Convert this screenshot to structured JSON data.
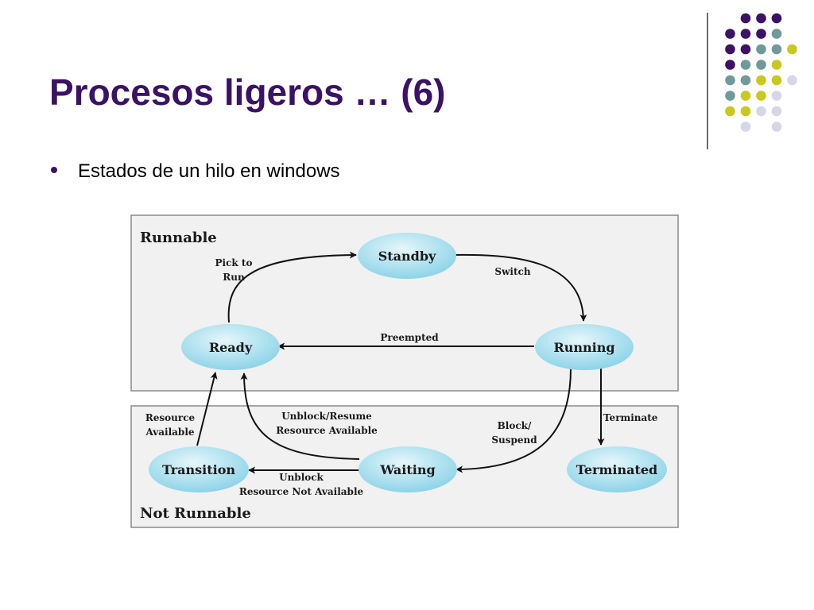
{
  "slide": {
    "title": "Procesos ligeros … (6)",
    "bullet": "Estados de un hilo en windows"
  },
  "diagram": {
    "regions": {
      "runnable": "Runnable",
      "not_runnable": "Not Runnable"
    },
    "states": {
      "standby": "Standby",
      "ready": "Ready",
      "running": "Running",
      "transition": "Transition",
      "waiting": "Waiting",
      "terminated": "Terminated"
    },
    "edges": {
      "pick_to_run": [
        "Pick to",
        "Run"
      ],
      "switch": "Switch",
      "preempted": "Preempted",
      "terminate": "Terminate",
      "block_suspend": [
        "Block/",
        "Suspend"
      ],
      "unblock_resume": [
        "Unblock/Resume",
        "Resource Available"
      ],
      "unblock": [
        "Unblock",
        "Resource Not Available"
      ],
      "resource_available": [
        "Resource",
        "Available"
      ]
    },
    "colors": {
      "title": "#3b1266",
      "node_fill_light": "#e6f6fb",
      "node_fill_dark": "#7fcfe5",
      "region_fill": "#f1f1f1",
      "region_border": "#8a8a8a"
    }
  },
  "decoration": {
    "dot_colors": {
      "purple": "#3b1266",
      "teal": "#6f9a9a",
      "yellow": "#c8c81e",
      "lavender": "#d6d6e8"
    }
  }
}
